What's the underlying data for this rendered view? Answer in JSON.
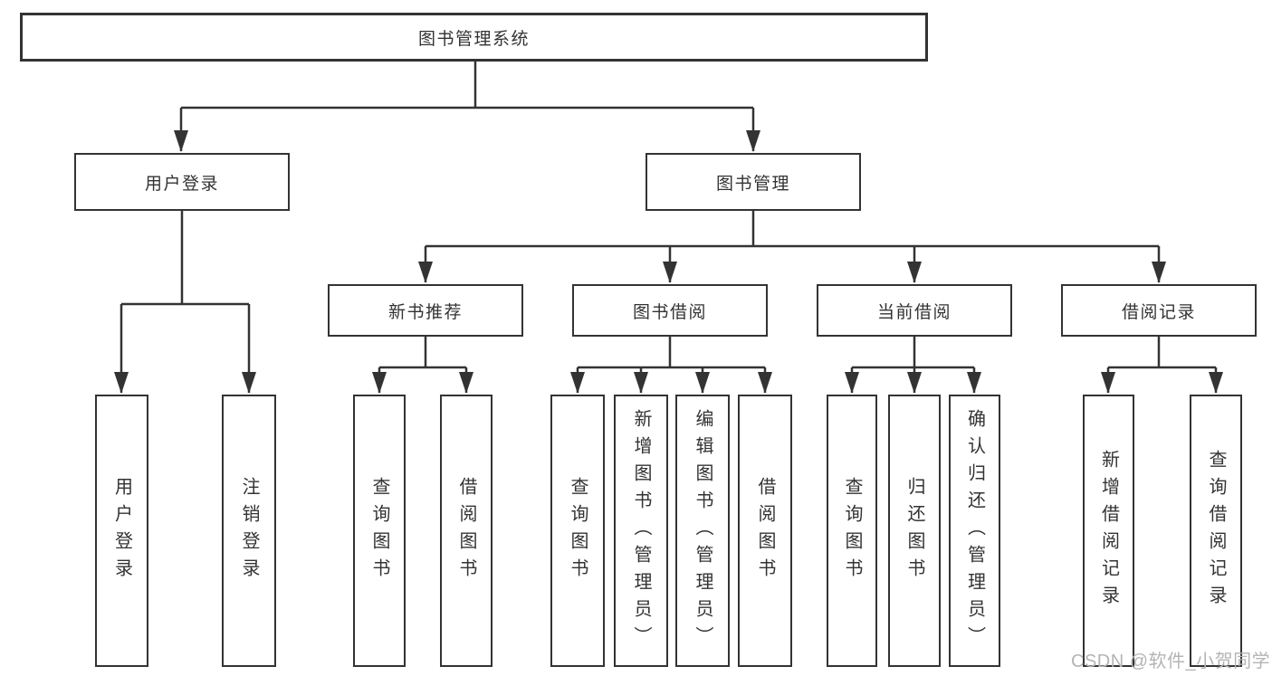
{
  "diagram": {
    "root": "图书管理系统",
    "user_login": {
      "label": "用户登录",
      "children": [
        "用户登录",
        "注销登录"
      ]
    },
    "book_management": {
      "label": "图书管理",
      "sections": {
        "new_books": {
          "label": "新书推荐",
          "children": [
            "查询图书",
            "借阅图书"
          ]
        },
        "borrowing": {
          "label": "图书借阅",
          "children": [
            "查询图书",
            "新增图书（管理员）",
            "编辑图书（管理员）",
            "借阅图书"
          ]
        },
        "current": {
          "label": "当前借阅",
          "children": [
            "查询图书",
            "归还图书",
            "确认归还（管理员）"
          ]
        },
        "records": {
          "label": "借阅记录",
          "children": [
            "新增借阅记录",
            "查询借阅记录"
          ]
        }
      }
    },
    "colors": {
      "line": "#333333",
      "text": "#333333",
      "box_background": "#ffffff",
      "watermark": "#b4b4b4",
      "background": "#ffffff"
    }
  },
  "watermark": "CSDN @软件_小贺同学"
}
